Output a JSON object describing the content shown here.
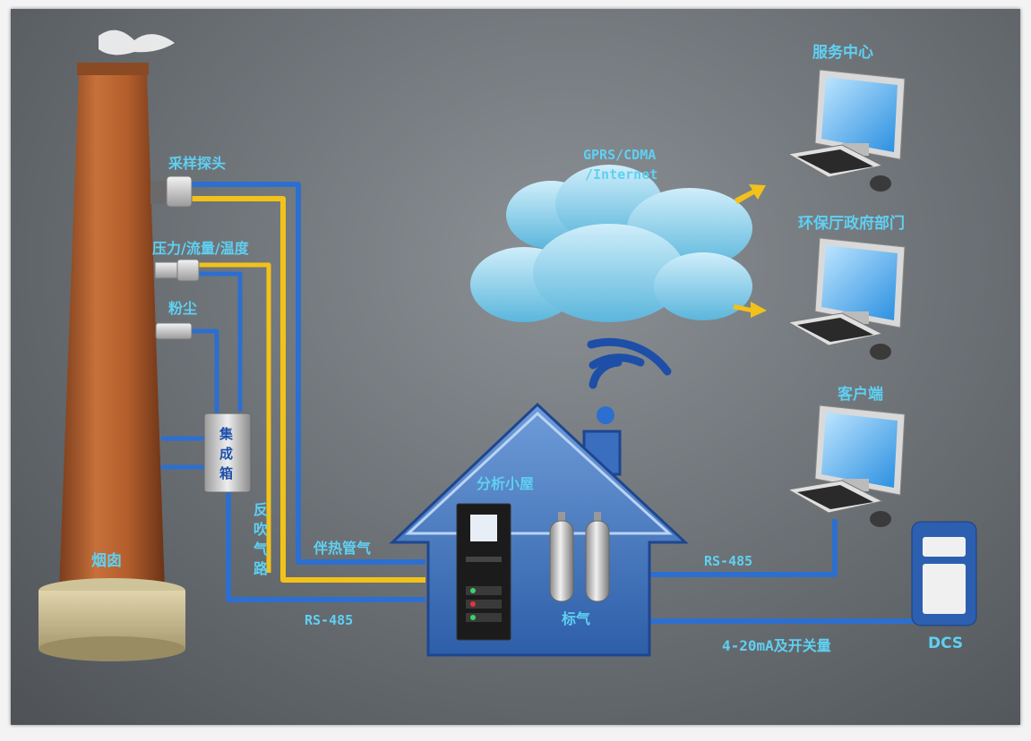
{
  "labels": {
    "chimney": "烟囱",
    "sampling_probe": "采样探头",
    "pressure_flow_temp": "压力/流量/温度",
    "dust": "粉尘",
    "integration_box": "集成箱",
    "backflush_path": "反吹气路",
    "heat_trace_pipe": "伴热管气",
    "rs485_left": "RS-485",
    "analysis_house": "分析小屋",
    "standard_gas": "标气",
    "network_line1": "GPRS/CDMA",
    "network_line2": "/Internet",
    "service_center": "服务中心",
    "env_agency": "环保厅政府部门",
    "client": "客户端",
    "rs485_right": "RS-485",
    "analog_switch": "4-20mA及开关量",
    "dcs": "DCS"
  },
  "colors": {
    "blue_pipe": "#2c6fd0",
    "yellow_pipe": "#f2c21a",
    "label_cyan": "#5fd0f2",
    "background": "#6f7479"
  }
}
